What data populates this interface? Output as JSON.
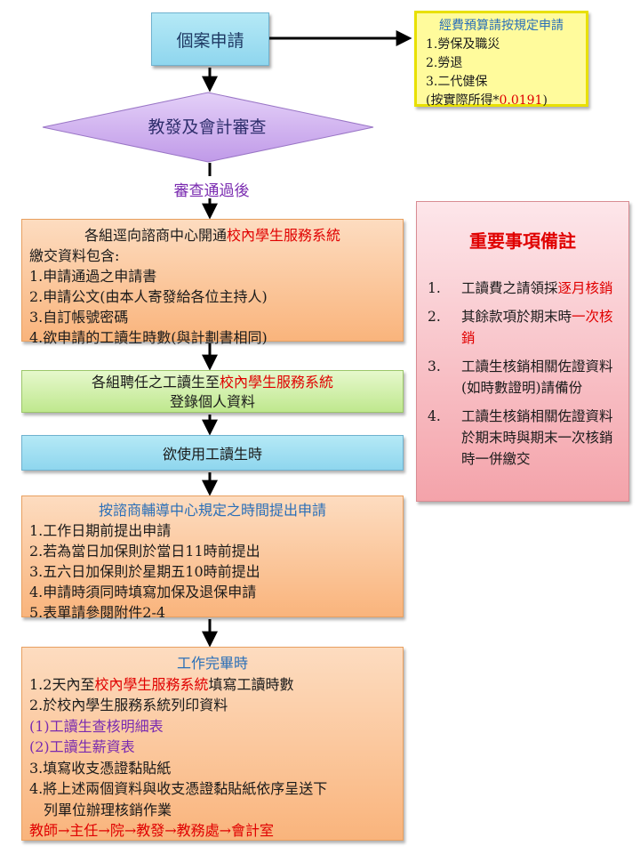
{
  "apply_box": {
    "label": "個案申請"
  },
  "budget_box": {
    "title": "經費預算請按規定申請",
    "items": [
      "1.勞保及職災",
      "2.勞退",
      "3.二代健保"
    ],
    "note_prefix": "(按實際所得*",
    "note_value": "0.0191",
    "note_suffix": ")"
  },
  "review": {
    "label": "教發及會計審查"
  },
  "passed_label": "審查通過後",
  "open_box": {
    "title_prefix": "各組逕向諮商中心開通",
    "title_highlight": "校內學生服務系統",
    "intro": "繳交資料包含:",
    "items": [
      "1.申請通過之申請書",
      "2.申請公文(由本人寄發給各位主持人)",
      "3.自訂帳號密碼",
      "4.欲申請的工讀生時數(與計劃書相同)"
    ]
  },
  "register_box": {
    "line1_prefix": "各組聘任之工讀生至",
    "line1_highlight": "校內學生服務系統",
    "line2": "登錄個人資料"
  },
  "use_box": {
    "label": "欲使用工讀生時"
  },
  "apply2_box": {
    "title": "按諮商輔導中心規定之時間提出申請",
    "items": [
      "1.工作日期前提出申請",
      "2.若為當日加保則於當日11時前提出",
      "3.五六日加保則於星期五10時前提出",
      "4.申請時須同時填寫加保及退保申請",
      "5.表單請參閱附件2-4"
    ]
  },
  "done_box": {
    "title": "工作完畢時",
    "item1_prefix": "1.2天內至",
    "item1_highlight": "校內學生服務系統",
    "item1_suffix": "填寫工讀時數",
    "item2": "2.於校內學生服務系統列印資料",
    "sub1": "(1)工讀生查核明細表",
    "sub2": "(2)工讀生薪資表",
    "item3": "3.填寫收支憑證黏貼紙",
    "item4_line1": "4.將上述兩個資料與收支憑證黏貼紙依序呈送下",
    "item4_line2": "列單位辦理核銷作業",
    "route": "教師→主任→院→教發→教務處→會計室"
  },
  "notes_box": {
    "title": "重要事項備註",
    "items": [
      {
        "num": "1.",
        "text": "工讀費之請領採",
        "highlight": "逐月核銷"
      },
      {
        "num": "2.",
        "text": "其餘款項於期末時",
        "highlight": "一次核銷"
      },
      {
        "num": "3.",
        "text": "工讀生核銷相關佐證資料(如時數證明)請備份",
        "highlight": ""
      },
      {
        "num": "4.",
        "text": "工讀生核銷相關佐證資料於期末時與期末一次核銷時一併繳交",
        "highlight": ""
      }
    ]
  },
  "colors": {
    "cyan_box": "#8fd6ee",
    "orange_box": "#f9b47c",
    "green_box": "#bfe88e",
    "yellow_box": "#fffb9c",
    "notes_box": "#f4a3aa",
    "diamond": "#c9a6ec",
    "highlight_red": "#e00000"
  }
}
